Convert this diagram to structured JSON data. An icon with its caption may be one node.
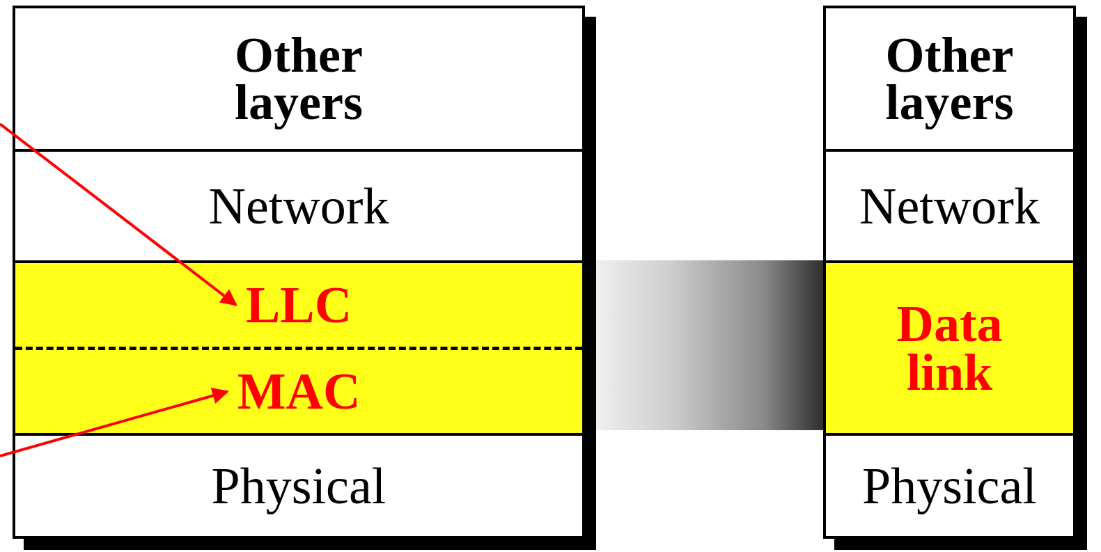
{
  "diagram": {
    "nodes": [
      {
        "text": [
          "Other layers"
        ]
      },
      {
        "text": [
          "Network"
        ]
      },
      {
        "text": [
          "LLC"
        ]
      },
      {
        "text": [
          "MAC"
        ]
      },
      {
        "text": [
          "Physical"
        ]
      },
      {
        "text": [],
        "shape": "bar"
      },
      {
        "text": [
          "Other layers"
        ]
      },
      {
        "text": [
          "Network"
        ]
      },
      {
        "text": [
          "Data link"
        ]
      },
      {
        "text": [
          "Physical"
        ]
      }
    ],
    "edges": [
      {
        "from": null,
        "to": 2,
        "arrow": "to",
        "color": "#ff0000"
      },
      {
        "from": null,
        "to": 3,
        "arrow": "to",
        "color": "#ff0000"
      }
    ]
  }
}
